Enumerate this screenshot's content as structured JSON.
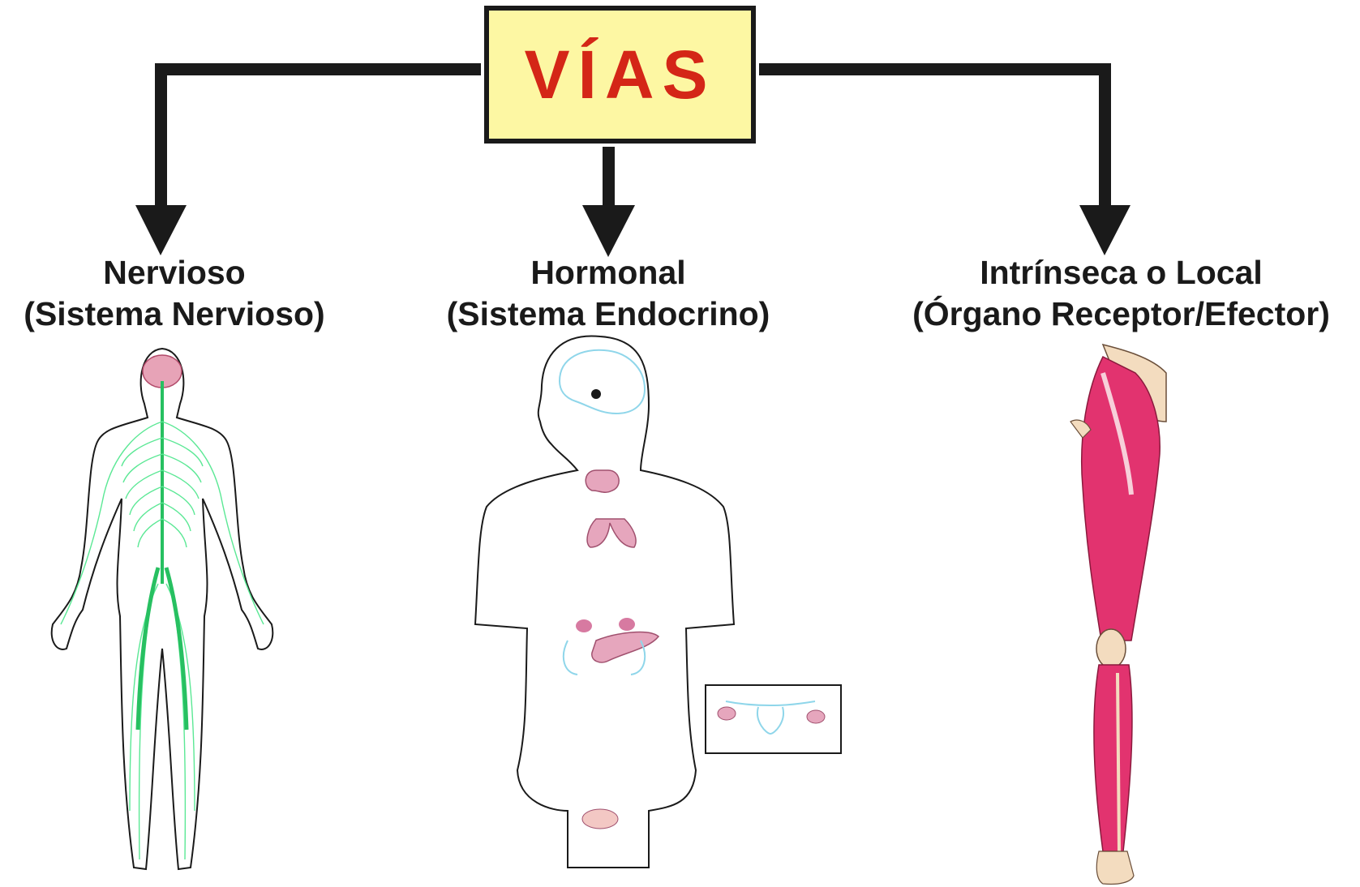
{
  "title": "VÍAS",
  "branches": [
    {
      "name": "Nervioso",
      "subtitle": "(Sistema Nervioso)"
    },
    {
      "name": "Hormonal",
      "subtitle": "(Sistema Endocrino)"
    },
    {
      "name": "Intrínseca o Local",
      "subtitle": "(Órgano Receptor/Efector)"
    }
  ],
  "colors": {
    "title_fill": "#fdf7a3",
    "title_text": "#d42617",
    "connector": "#1a1a1a",
    "nerves": "#33e07a",
    "brain": "#e7a3b7",
    "endocrine_outline": "#8fd6ea",
    "gland": "#e6a6bd",
    "muscle": "#e2336f",
    "bone": "#f3dcbf"
  },
  "icons": [
    "nervous-system-figure-icon",
    "endocrine-system-figure-icon",
    "leg-muscle-figure-icon"
  ]
}
